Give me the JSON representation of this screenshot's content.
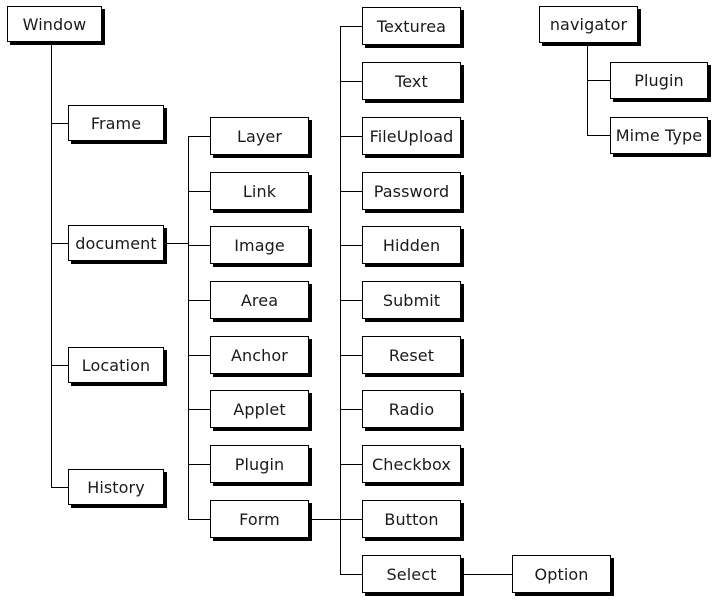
{
  "diagram": {
    "window": "Window",
    "window_children": {
      "frame": "Frame",
      "document": "document",
      "location": "Location",
      "history": "History"
    },
    "document_children": {
      "layer": "Layer",
      "link": "Link",
      "image": "Image",
      "area": "Area",
      "anchor": "Anchor",
      "applet": "Applet",
      "plugin": "Plugin",
      "form": "Form"
    },
    "form_children": {
      "texturea": "Texturea",
      "text": "Text",
      "fileupload": "FileUpload",
      "password": "Password",
      "hidden": "Hidden",
      "submit": "Submit",
      "reset": "Reset",
      "radio": "Radio",
      "checkbox": "Checkbox",
      "button": "Button",
      "select": "Select"
    },
    "select_children": {
      "option": "Option"
    },
    "navigator": "navigator",
    "navigator_children": {
      "plugin": "Plugin",
      "mimetype": "Mime Type"
    }
  }
}
